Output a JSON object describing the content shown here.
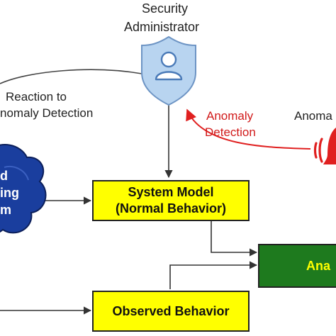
{
  "nodes": {
    "security_administrator": {
      "line1": "Security",
      "line2": "Administrator",
      "icon": "shield-user-icon",
      "color": "#b8d4f0"
    },
    "system_model": {
      "line1": "System Model",
      "line2": "(Normal Behavior)",
      "color": "#ffff00"
    },
    "observed_behavior": {
      "label": "Observed Behavior",
      "color": "#ffff00"
    },
    "analyzer": {
      "label": "Ana",
      "color": "#1e7a1e"
    },
    "cloud_source": {
      "line1": "d",
      "line2": "ing",
      "line3": "m",
      "icon": "cloud-icon",
      "color": "#1a3e9e"
    },
    "alarm": {
      "icon": "alarm-icon",
      "color": "#e02020"
    }
  },
  "edges": {
    "reaction": {
      "line1": "Reaction to",
      "line2": "nomaly Detection"
    },
    "anomaly_detection": {
      "line1": "Anomaly",
      "line2": "Detection",
      "color": "#e02020"
    },
    "anomaly_right": {
      "label": "Anoma"
    }
  }
}
